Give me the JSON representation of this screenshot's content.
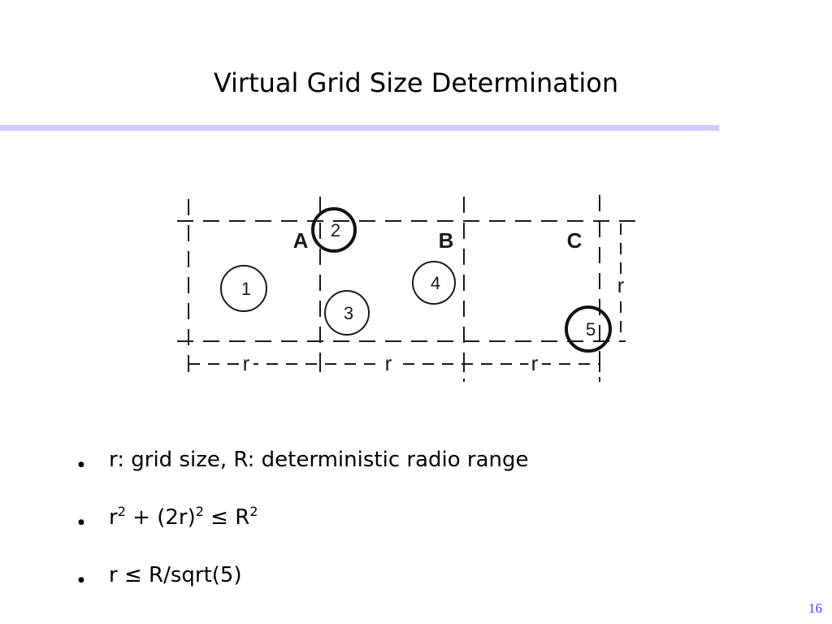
{
  "slide": {
    "title": "Virtual Grid Size Determination",
    "page_number": "16",
    "accent_color": "#ccccff",
    "page_number_color": "#4040ff"
  },
  "diagram": {
    "cell_labels": [
      "A",
      "B",
      "C"
    ],
    "side_label": "r",
    "bottom_labels": [
      "r",
      "r",
      "r"
    ],
    "nodes": [
      {
        "label": "1",
        "cell": "A",
        "bold": false
      },
      {
        "label": "2",
        "cell": "A",
        "bold": true
      },
      {
        "label": "3",
        "cell": "B",
        "bold": false
      },
      {
        "label": "4",
        "cell": "B",
        "bold": false
      },
      {
        "label": "5",
        "cell": "C",
        "bold": true
      }
    ]
  },
  "bullets": [
    {
      "text": "r: grid size, R: deterministic radio range"
    },
    {
      "parts": [
        "r",
        "2",
        " + (2r)",
        "2",
        " ≤ R",
        "2"
      ]
    },
    {
      "text": "r ≤ R/sqrt(5)"
    }
  ]
}
